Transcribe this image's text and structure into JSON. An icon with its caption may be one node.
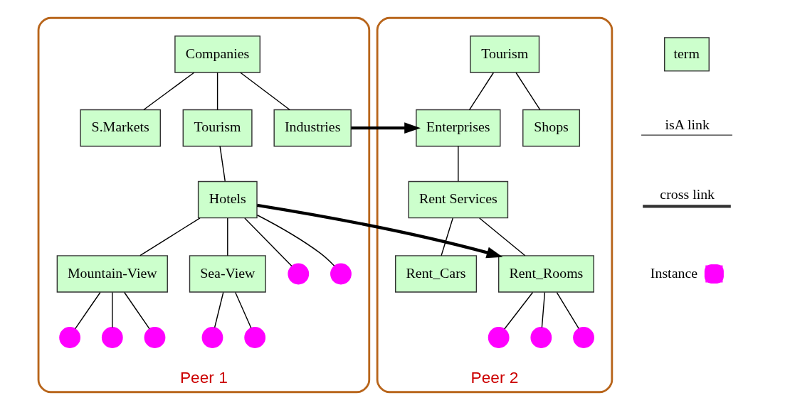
{
  "diagram": {
    "nodes": [
      {
        "text": [
          "Peer 1"
        ]
      },
      {
        "text": [
          "Companies"
        ],
        "in": 0
      },
      {
        "text": [
          "S.Markets"
        ],
        "in": 0
      },
      {
        "text": [
          "Tourism"
        ],
        "in": 0
      },
      {
        "text": [
          "Industries"
        ],
        "in": 0
      },
      {
        "text": [
          "Hotels"
        ],
        "in": 0
      },
      {
        "text": [
          "Mountain-View"
        ],
        "in": 0
      },
      {
        "text": [
          "Sea-View"
        ],
        "in": 0
      },
      {
        "text": [],
        "shape": "circle",
        "in": 0
      },
      {
        "text": [],
        "shape": "circle",
        "in": 0
      },
      {
        "text": [],
        "shape": "circle",
        "in": 0
      },
      {
        "text": [],
        "shape": "circle",
        "in": 0
      },
      {
        "text": [],
        "shape": "circle",
        "in": 0
      },
      {
        "text": [],
        "shape": "circle",
        "in": 0
      },
      {
        "text": [],
        "shape": "circle",
        "in": 0
      },
      {
        "text": [
          "Peer 2"
        ]
      },
      {
        "text": [
          "Tourism"
        ],
        "in": 15
      },
      {
        "text": [
          "Enterprises"
        ],
        "in": 15
      },
      {
        "text": [
          "Shops"
        ],
        "in": 15
      },
      {
        "text": [
          "Rent Services"
        ],
        "in": 15
      },
      {
        "text": [
          "Rent_Cars"
        ],
        "in": 15
      },
      {
        "text": [
          "Rent_Rooms"
        ],
        "in": 15
      },
      {
        "text": [],
        "shape": "circle",
        "in": 15
      },
      {
        "text": [],
        "shape": "circle",
        "in": 15
      },
      {
        "text": [],
        "shape": "circle",
        "in": 15
      }
    ],
    "edges": [
      {
        "from": 1,
        "to": 2,
        "arrow": "none"
      },
      {
        "from": 1,
        "to": 3,
        "arrow": "none"
      },
      {
        "from": 1,
        "to": 4,
        "arrow": "none"
      },
      {
        "from": 3,
        "to": 5,
        "arrow": "none"
      },
      {
        "from": 5,
        "to": 6,
        "arrow": "none"
      },
      {
        "from": 5,
        "to": 8,
        "arrow": "none"
      },
      {
        "from": 5,
        "to": 9,
        "arrow": "none"
      },
      {
        "from": 5,
        "to": 7,
        "arrow": "none"
      },
      {
        "from": 6,
        "to": 10,
        "arrow": "none"
      },
      {
        "from": 6,
        "to": 11,
        "arrow": "none"
      },
      {
        "from": 6,
        "to": 12,
        "arrow": "none"
      },
      {
        "from": 7,
        "to": 13,
        "arrow": "none"
      },
      {
        "from": 7,
        "to": 14,
        "arrow": "none"
      },
      {
        "from": 16,
        "to": 17,
        "arrow": "none"
      },
      {
        "from": 16,
        "to": 18,
        "arrow": "none"
      },
      {
        "from": 17,
        "to": 19,
        "arrow": "none"
      },
      {
        "from": 19,
        "to": 20,
        "arrow": "none"
      },
      {
        "from": 19,
        "to": 21,
        "arrow": "none"
      },
      {
        "from": 21,
        "to": 22,
        "arrow": "none"
      },
      {
        "from": 21,
        "to": 23,
        "arrow": "none"
      },
      {
        "from": 21,
        "to": 24,
        "arrow": "none"
      },
      {
        "from": 4,
        "to": 17,
        "arrow": "to",
        "style": "thick"
      },
      {
        "from": 5,
        "to": 21,
        "arrow": "to",
        "style": "thick"
      }
    ],
    "legend": [
      {
        "text": "term"
      },
      {
        "text": "isA link"
      },
      {
        "text": "cross link"
      },
      {
        "text": "Instance"
      }
    ]
  }
}
